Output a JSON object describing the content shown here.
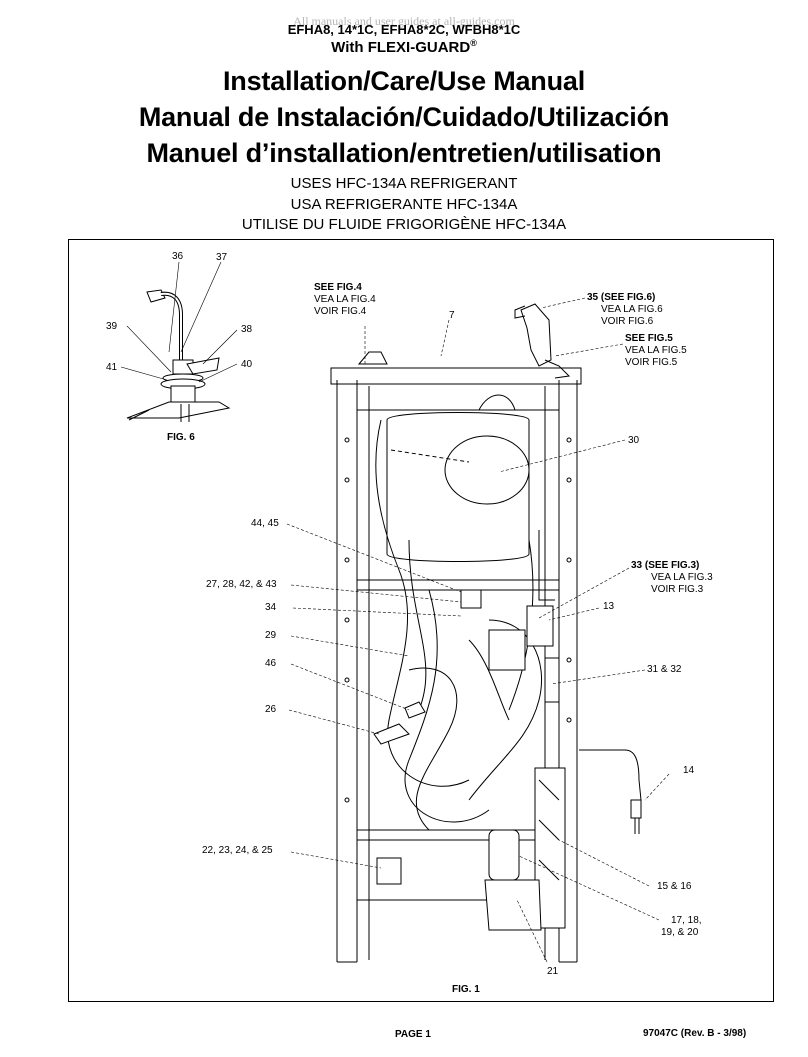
{
  "header": {
    "watermark": "All manuals and user guides at all-guides.com",
    "models": "EFHA8, 14*1C, EFHA8*2C, WFBH8*1C",
    "subtitle": "With FLEXI-GUARD",
    "subtitle_mark": "®",
    "titles": [
      "Installation/Care/Use Manual",
      "Manual de Instalación/Cuidado/Utilización",
      "Manuel d’installation/entretien/utilisation"
    ],
    "refrigerant": [
      "USES HFC-134A REFRIGERANT",
      "USA REFRIGERANTE HFC-134A",
      "UTILISE DU FLUIDE FRIGORIGÈNE HFC-134A"
    ]
  },
  "diagram": {
    "fig6": {
      "n36": "36",
      "n37": "37",
      "n38": "38",
      "n39": "39",
      "n40": "40",
      "n41": "41",
      "caption": "FIG. 6"
    },
    "see_fig4": {
      "line1": "SEE FIG.4",
      "line2": "VEA LA FIG.4",
      "line3": "VOIR FIG.4"
    },
    "n7": "7",
    "see_fig6": {
      "line1": "35 (SEE FIG.6)",
      "line2": "VEA LA FIG.6",
      "line3": "VOIR FIG.6"
    },
    "see_fig5": {
      "line1": "SEE FIG.5",
      "line2": "VEA LA FIG.5",
      "line3": "VOIR FIG.5"
    },
    "n30": "30",
    "n44_45": "44, 45",
    "see_fig3": {
      "line1": "33 (SEE FIG.3)",
      "line2": "VEA LA FIG.3",
      "line3": "VOIR FIG.3"
    },
    "n27_43": "27, 28, 42, & 43",
    "n34": "34",
    "n13": "13",
    "n29": "29",
    "n46": "46",
    "n31_32": "31 & 32",
    "n26": "26",
    "n14": "14",
    "n22_25": "22, 23, 24, & 25",
    "n15_16": "15 & 16",
    "n17_20_a": "17, 18,",
    "n17_20_b": "19, & 20",
    "n21": "21",
    "caption": "FIG. 1"
  },
  "footer": {
    "page": "PAGE 1",
    "doc_number": "97047C (Rev. B - 3/98)"
  }
}
